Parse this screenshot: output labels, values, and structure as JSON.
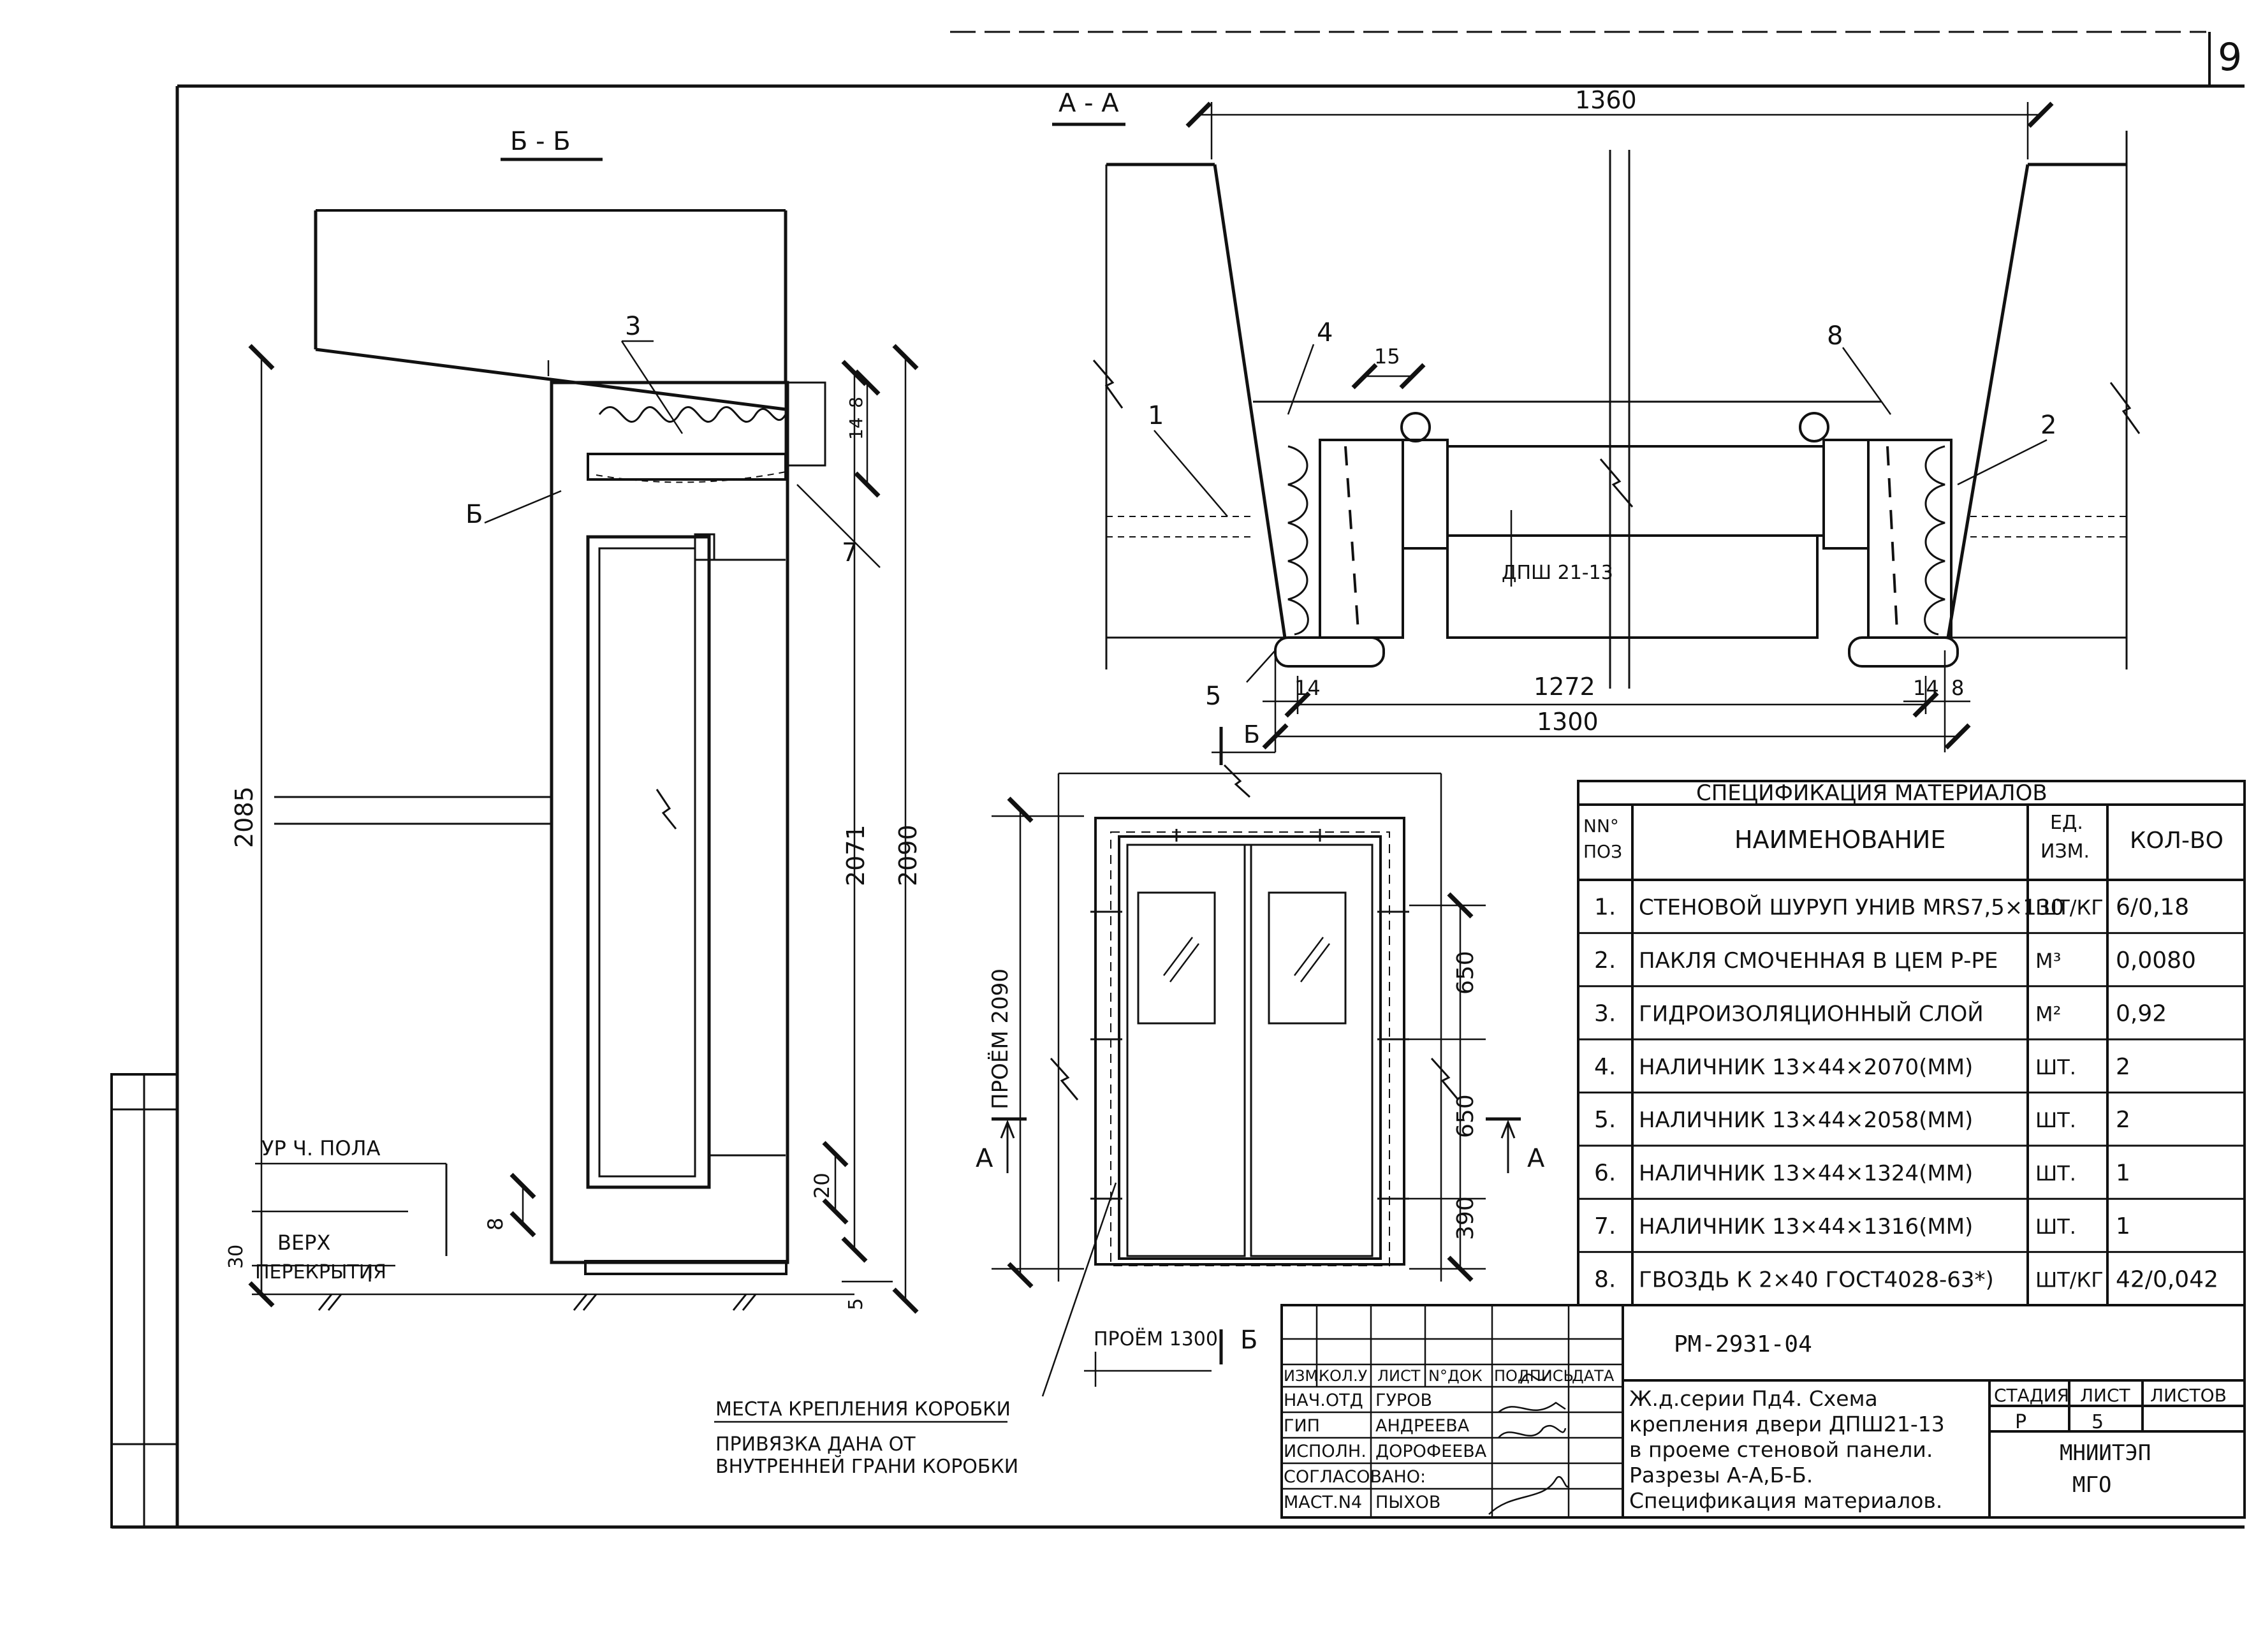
{
  "sheet": {
    "corner_number": "9"
  },
  "section_bb": {
    "title": "Б - Б",
    "callouts": [
      "3",
      "Б",
      "7"
    ],
    "dims": {
      "h_2085": "2085",
      "h_2071": "2071",
      "h_2090": "2090",
      "d_8": "8",
      "d_14": "14",
      "d_20": "20",
      "d_8b": "8",
      "d_30": "30",
      "d_5": "5"
    },
    "labels": {
      "floor": "УР Ч. ПОЛА",
      "top1": "ВЕРХ",
      "top2": "ПЕРЕКРЫТИЯ"
    }
  },
  "section_aa": {
    "title": "А - А",
    "dims": {
      "w_1360": "1360",
      "w_1272": "1272",
      "w_1300": "1300",
      "d_15": "15",
      "d_14_left": "14",
      "d_14_right": "14",
      "d_8_right": "8"
    },
    "callouts": [
      "1",
      "4",
      "8",
      "2",
      "5"
    ],
    "door_tag": "ДПШ 21-13",
    "cut_mark": "Б"
  },
  "elevation": {
    "opening_h": "ПРОЁМ 2090",
    "opening_w": "ПРОЁМ 1300",
    "dims": [
      "650",
      "650",
      "390"
    ],
    "cut_left": "А",
    "cut_right": "А",
    "cut_bottom": "Б",
    "note1": "МЕСТА КРЕПЛЕНИЯ КОРОБКИ",
    "note2a": "ПРИВЯЗКА ДАНА ОТ",
    "note2b": "ВНУТРЕННЕЙ ГРАНИ КОРОБКИ"
  },
  "spec": {
    "title": "СПЕЦИФИКАЦИЯ МАТЕРИАЛОВ",
    "headers": {
      "pos1": "NN°",
      "pos2": "ПОЗ",
      "name": "НАИМЕНОВАНИЕ",
      "unit1": "ЕД.",
      "unit2": "ИЗМ.",
      "qty": "КОЛ-ВО"
    },
    "rows": [
      {
        "pos": "1.",
        "name": "СТЕНОВОЙ ШУРУП УНИВ MRS7,5×130",
        "unit": "ШТ/КГ",
        "qty": "6/0,18"
      },
      {
        "pos": "2.",
        "name": "ПАКЛЯ СМОЧЕННАЯ В ЦЕМ Р-РЕ",
        "unit": "М³",
        "qty": "0,0080"
      },
      {
        "pos": "3.",
        "name": "ГИДРОИЗОЛЯЦИОННЫЙ СЛОЙ",
        "unit": "М²",
        "qty": "0,92"
      },
      {
        "pos": "4.",
        "name": "НАЛИЧНИК 13×44×2070(ММ)",
        "unit": "ШТ.",
        "qty": "2"
      },
      {
        "pos": "5.",
        "name": "НАЛИЧНИК 13×44×2058(ММ)",
        "unit": "ШТ.",
        "qty": "2"
      },
      {
        "pos": "6.",
        "name": "НАЛИЧНИК 13×44×1324(ММ)",
        "unit": "ШТ.",
        "qty": "1"
      },
      {
        "pos": "7.",
        "name": "НАЛИЧНИК 13×44×1316(ММ)",
        "unit": "ШТ.",
        "qty": "1"
      },
      {
        "pos": "8.",
        "name": "ГВОЗДЬ К 2×40 ГОСТ4028-63*)",
        "unit": "ШТ/КГ",
        "qty": "42/0,042"
      }
    ]
  },
  "stamp": {
    "doc_code": "РМ-2931-04",
    "head": [
      "ИЗМ.",
      "КОЛ.У",
      "ЛИСТ",
      "N°ДОК",
      "ПОДПИСЬ",
      "ДАТА"
    ],
    "people": [
      {
        "role": "НАЧ.ОТД",
        "name": "ГУРОВ"
      },
      {
        "role": "ГИП",
        "name": "АНДРЕЕВА"
      },
      {
        "role": "ИСПОЛН.",
        "name": "ДОРОФЕЕВА"
      },
      {
        "role": "СОГЛАСОВАНО:",
        "name": ""
      },
      {
        "role": "МАСТ.N4",
        "name": "ПЫХОВ"
      }
    ],
    "title_lines": [
      "Ж.д.серии Пд4.  Схема",
      "крепления двери ДПШ21-13",
      "в проеме стеновой панели.",
      "Разрезы  А-А,Б-Б.",
      "Спецификация  материалов."
    ],
    "stage_label": "СТАДИЯ",
    "stage": "Р",
    "sheet_label": "ЛИСТ",
    "sheet": "5",
    "sheets_label": "ЛИСТОВ",
    "sheets": "",
    "org1": "МНИИТЭП",
    "org2": "МГО"
  }
}
